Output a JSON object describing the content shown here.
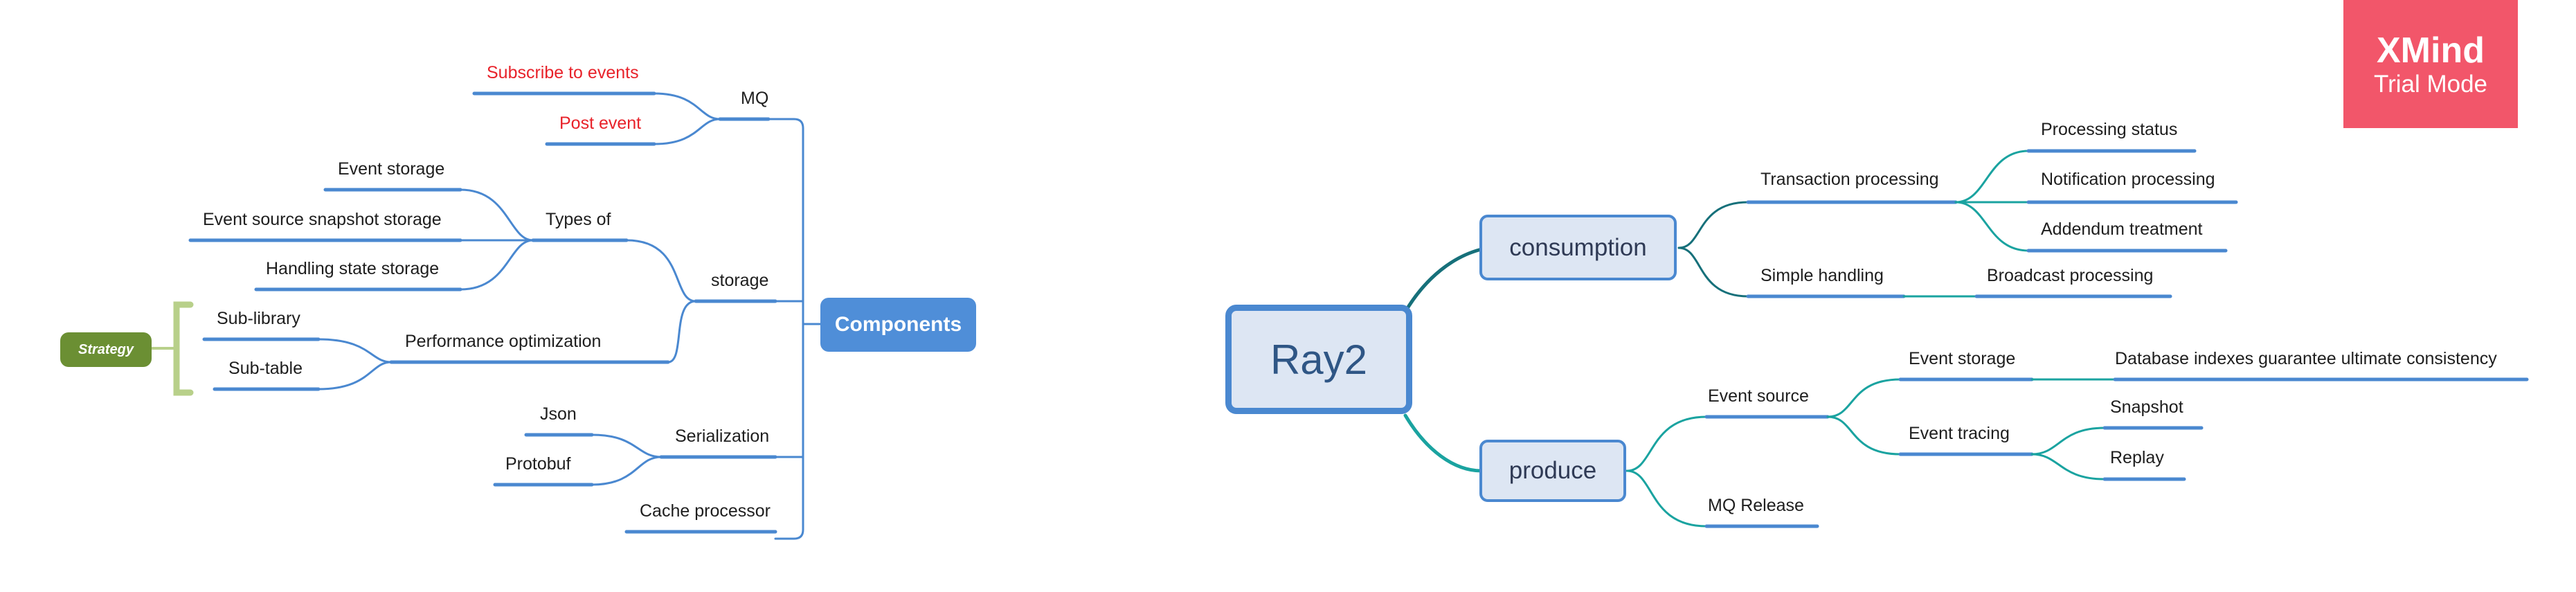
{
  "watermark": {
    "title": "XMind",
    "subtitle": "Trial Mode"
  },
  "root": {
    "label": "Ray2"
  },
  "right": {
    "consumption": {
      "label": "consumption",
      "children": {
        "transaction": {
          "label": "Transaction processing",
          "children": [
            "Processing status",
            "Notification processing",
            "Addendum treatment"
          ]
        },
        "simple": {
          "label": "Simple handling",
          "children": [
            "Broadcast processing"
          ]
        }
      }
    },
    "produce": {
      "label": "produce",
      "children": {
        "event_source": {
          "label": "Event source",
          "children": {
            "event_storage": {
              "label": "Event storage",
              "children": [
                "Database indexes guarantee ultimate consistency"
              ]
            },
            "event_tracing": {
              "label": "Event tracing",
              "children": [
                "Snapshot",
                "Replay"
              ]
            }
          }
        },
        "mq_release": {
          "label": "MQ Release"
        }
      }
    }
  },
  "left": {
    "components": {
      "label": "Components"
    },
    "mq": {
      "label": "MQ",
      "children": [
        "Subscribe to events",
        "Post event"
      ]
    },
    "storage": {
      "label": "storage",
      "types": {
        "label": "Types of",
        "children": [
          "Event storage",
          "Event source snapshot storage",
          "Handling state storage"
        ]
      },
      "performance": {
        "label": "Performance optimization",
        "children": [
          "Sub-library",
          "Sub-table"
        ]
      }
    },
    "serialization": {
      "label": "Serialization",
      "children": [
        "Json",
        "Protobuf"
      ]
    },
    "cache": {
      "label": "Cache processor"
    },
    "strategy": {
      "label": "Strategy"
    }
  },
  "colors": {
    "blue_line": "#4a88d0",
    "teal_line": "#1aa3a0",
    "dark_teal_line": "#16707a",
    "red_text": "#e8222a",
    "watermark_bg": "#f2566a",
    "strategy_bg": "#6b8f33",
    "bracket": "#b8d08a"
  }
}
